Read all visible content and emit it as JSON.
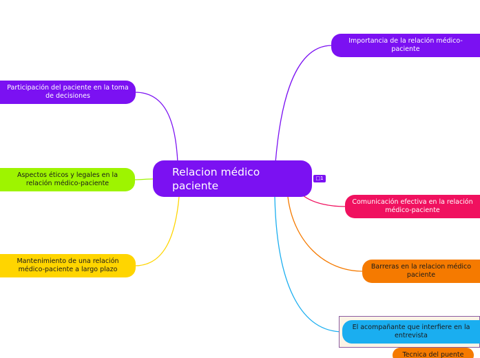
{
  "central": {
    "label": "Relacion médico paciente",
    "color": "#7b11f2"
  },
  "comment_count": "1",
  "topics": {
    "importancia": {
      "label": "Importancia de la relación médico-paciente",
      "color": "#7b11f2"
    },
    "participacion": {
      "label": "Participación del paciente en la toma de decisiones",
      "color": "#7b11f2"
    },
    "aspectos": {
      "label": "Aspectos éticos y legales en la relación médico-paciente",
      "color": "#9ef400"
    },
    "mantenimiento": {
      "label": "Mantenimiento de una relación médico-paciente a largo plazo",
      "color": "#ffd500"
    },
    "comunicacion": {
      "label": "Comunicación efectiva en la relación médico-paciente",
      "color": "#f0115f"
    },
    "barreras": {
      "label": "Barreras en la relacion médico paciente",
      "color": "#f57a00"
    },
    "acompanante": {
      "label": "El acompañante que interfiere en la entrevista",
      "color": "#1aaef0"
    },
    "tecnica": {
      "label": "Tecnica del puente",
      "color": "#f57a00"
    }
  }
}
